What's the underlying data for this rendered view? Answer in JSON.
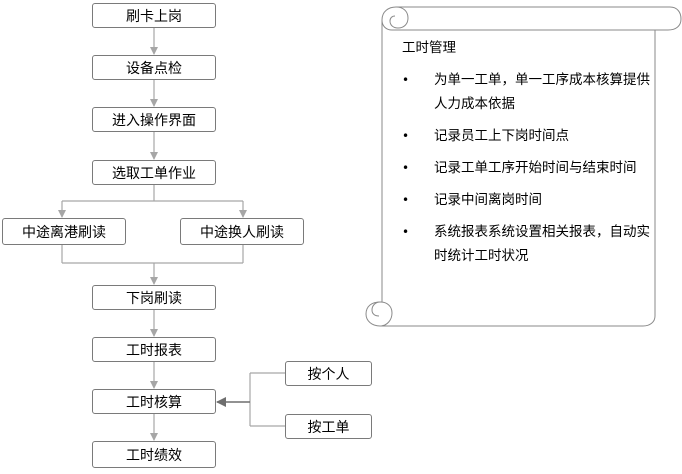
{
  "flow": {
    "step1": "刷卡上岗",
    "step2": "设备点检",
    "step3": "进入操作界面",
    "step4": "选取工单作业",
    "branch_left": "中途离港刷读",
    "branch_right": "中途换人刷读",
    "step5": "下岗刷读",
    "step6": "工时报表",
    "step7": "工时核算",
    "step8": "工时绩效",
    "side1": "按个人",
    "side2": "按工单"
  },
  "scroll": {
    "title": "工时管理",
    "bullet_symbol": "•",
    "items": [
      "为单一工单，单一工序成本核算提供人力成本依据",
      "记录员工上下岗时间点",
      "记录工单工序开始时间与结束时间",
      "记录中间离岗时间",
      "系统报表系统设置相关报表，自动实时统计工时状况"
    ]
  },
  "colors": {
    "box_border": "#7a7a7a",
    "connector": "#a6a6a6",
    "arrow_dark": "#6e6e6e"
  }
}
